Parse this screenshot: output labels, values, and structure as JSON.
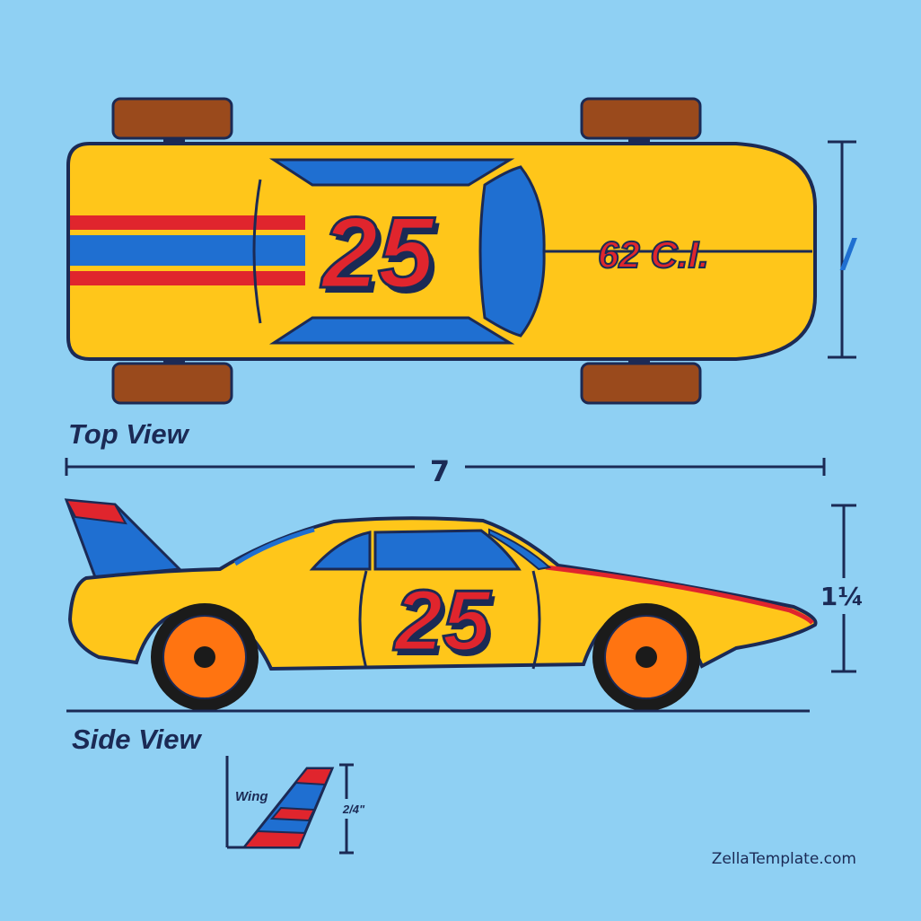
{
  "labels": {
    "top_view": "Top View",
    "side_view": "Side View",
    "car_number": "25",
    "engine": "62 C.I.",
    "length": "7",
    "height": "1¼",
    "width_mark": "/",
    "wing": "Wing",
    "wing_height": "2/4\"",
    "credit": "ZellaTemplate.com"
  },
  "colors": {
    "background": "#8fd0f3",
    "body_yellow": "#ffc61a",
    "stripe_blue": "#1f6fd1",
    "stripe_red": "#e0252d",
    "outline": "#1b2a55",
    "top_wheel": "#9a4a1c",
    "side_wheel_rim": "#ff7411",
    "tire": "#1b1b1b"
  }
}
